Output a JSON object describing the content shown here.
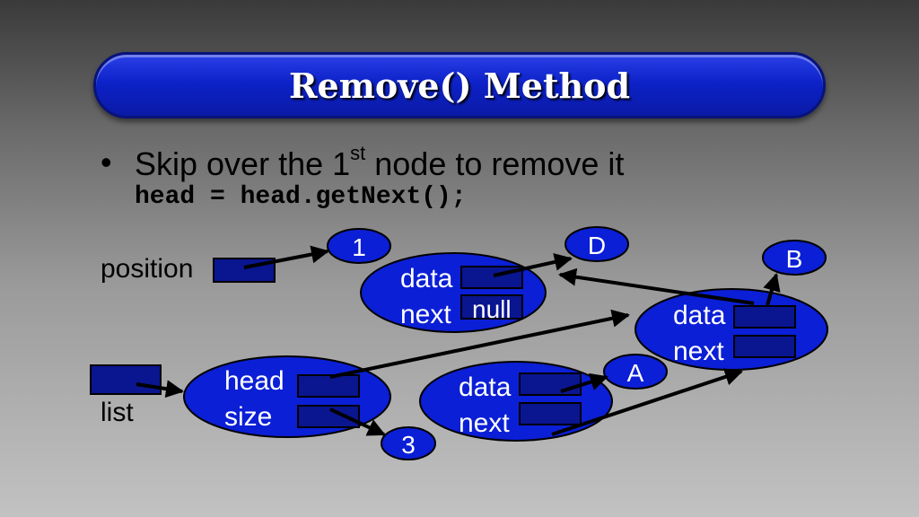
{
  "title": "Remove() Method",
  "bullet": {
    "text_before": "Skip over the 1",
    "sup": "st",
    "text_after": " node to remove it",
    "code": "head = head.getNext();"
  },
  "labels": {
    "position": "position",
    "list": "list"
  },
  "nodes": {
    "list_obj": {
      "field1": "head",
      "field2": "size"
    },
    "node_1": {
      "field1": "data",
      "field2": "next",
      "next_value": "null"
    },
    "node_2": {
      "field1": "data",
      "field2": "next"
    },
    "node_3": {
      "field1": "data",
      "field2": "next"
    }
  },
  "values": {
    "one": "1",
    "d": "D",
    "b": "B",
    "a": "A",
    "three": "3"
  },
  "colors": {
    "node_fill": "#0b1fd6",
    "box_fill": "#0a1590",
    "title_fill": "#0d22c8"
  }
}
